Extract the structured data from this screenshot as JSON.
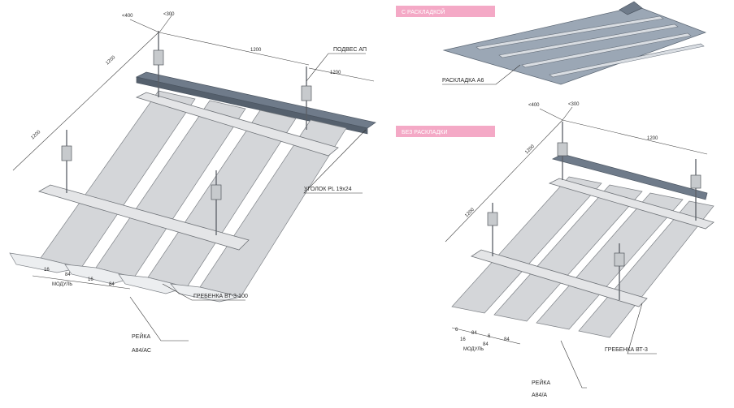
{
  "left_diagram": {
    "labels": {
      "hanger": "ПОДВЕС АП",
      "angle": "УГОЛОК PL 19x24",
      "comb": "ГРЕБЕНКА ВТ-3-100",
      "slat_line1": "РЕЙКА",
      "slat_line2": "А84/АС"
    },
    "dimensions": {
      "top_400": "<400",
      "top_300": "<300",
      "span_1": "1200",
      "span_2": "1200",
      "side_1": "1200",
      "side_2": "1200",
      "gap_1": "16",
      "width_1": "84",
      "gap_2": "16",
      "width_2": "84",
      "module": "МОДУЛЬ"
    }
  },
  "right_top": {
    "tag": "С РАСКЛАДКОЙ",
    "insert_label": "РАСКЛАДКА А6"
  },
  "right_bottom": {
    "tag": "БЕЗ РАСКЛАДКИ",
    "labels": {
      "comb": "ГРЕБЕНКА ВТ-3",
      "slat_line1": "РЕЙКА",
      "slat_line2": "А84/А"
    },
    "dimensions": {
      "top_400": "<400",
      "top_300": "<300",
      "span_1": "1200",
      "side_1": "1200",
      "side_2": "1200",
      "gap_1": "6",
      "width_1": "84",
      "gap_2": "6",
      "width_2": "84",
      "gap_3": "16",
      "width_3": "84",
      "module": "МОДУЛЬ"
    }
  },
  "colors": {
    "tag_background": "#f4a9c6",
    "rail": "#6f7b8a",
    "slat": "#d4d6d9",
    "sheet": "#9ba7b5"
  }
}
